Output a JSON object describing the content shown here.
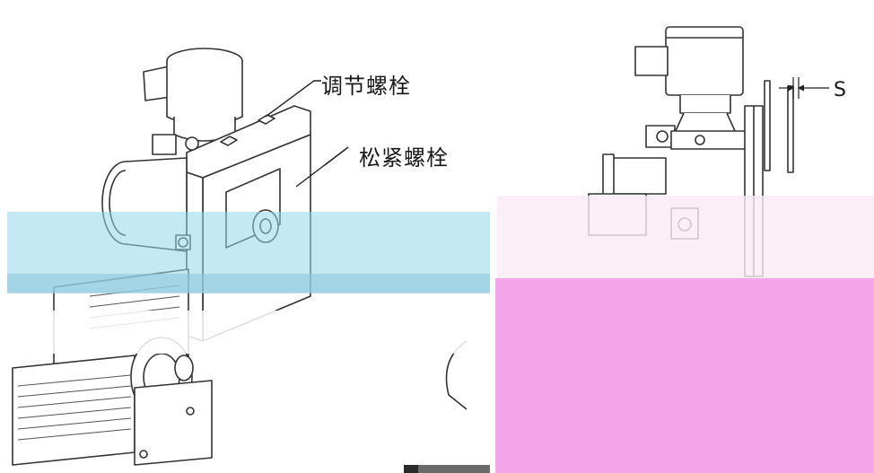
{
  "callouts": {
    "adjust_bolt": "调节螺栓",
    "loosen_bolt": "松紧螺栓",
    "gap": "S"
  },
  "colors": {
    "line": "#333333",
    "pink_artifact": "#f5a6ea",
    "cyan_artifact": "#96d7eb"
  }
}
